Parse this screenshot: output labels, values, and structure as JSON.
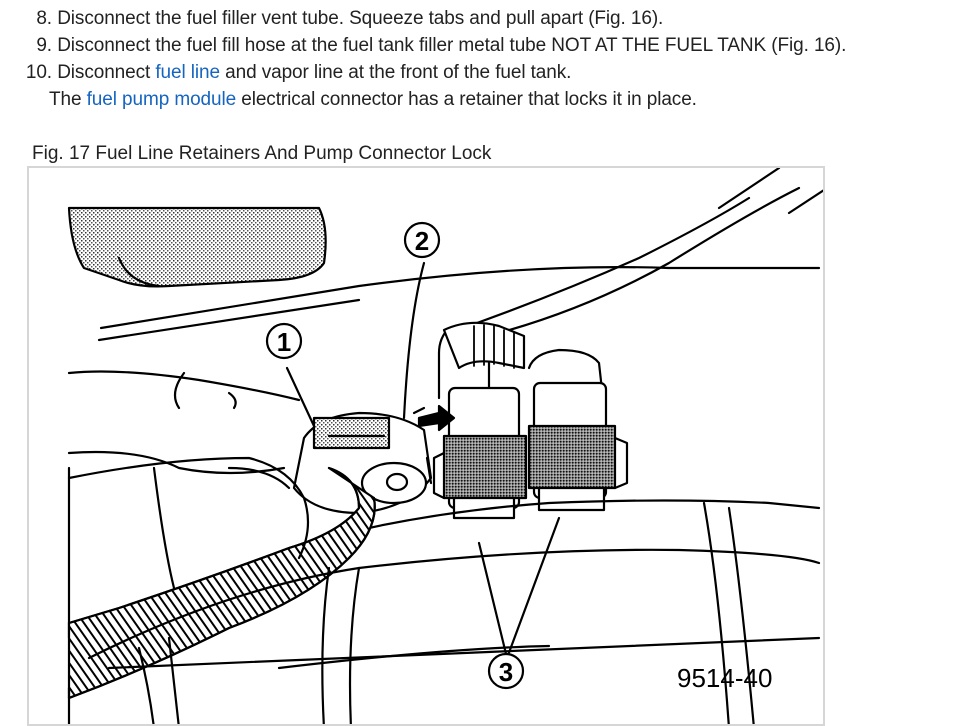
{
  "steps": [
    {
      "number": "8.",
      "text": "Disconnect the fuel filler vent tube. Squeeze tabs and pull apart (Fig. 16)."
    },
    {
      "number": "9.",
      "text": "Disconnect the fuel fill hose at the fuel tank filler metal tube NOT AT THE FUEL TANK (Fig. 16)."
    },
    {
      "number": "10.",
      "text_before": "Disconnect ",
      "link": "fuel line",
      "text_after": " and vapor line at the front of the fuel tank."
    }
  ],
  "note": {
    "text_before": "The ",
    "link": "fuel pump module",
    "text_after": " electrical connector has a retainer that locks it in place."
  },
  "figure": {
    "caption": "Fig. 17 Fuel Line Retainers And Pump Connector Lock",
    "callouts": [
      "1",
      "2",
      "3"
    ],
    "code": "9514-40"
  },
  "colors": {
    "text": "#222222",
    "link": "#1565c0",
    "figure_border": "#d6d6d6"
  }
}
